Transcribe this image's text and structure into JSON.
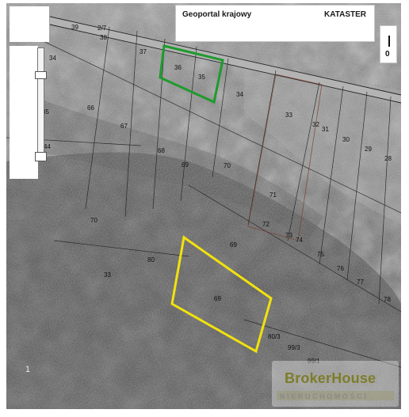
{
  "header": {
    "title": "Geoportal krajowy",
    "label": "KATASTER"
  },
  "parcels": [
    {
      "id": "39"
    },
    {
      "id": "2/7"
    },
    {
      "id": "38"
    },
    {
      "id": "37"
    },
    {
      "id": "34"
    },
    {
      "id": "36"
    },
    {
      "id": "35"
    },
    {
      "id": "34"
    },
    {
      "id": "33"
    },
    {
      "id": "32"
    },
    {
      "id": "31"
    },
    {
      "id": "30"
    },
    {
      "id": "29"
    },
    {
      "id": "28"
    },
    {
      "id": "66"
    },
    {
      "id": "67"
    },
    {
      "id": "68"
    },
    {
      "id": "69"
    },
    {
      "id": "70"
    },
    {
      "id": "71"
    },
    {
      "id": "35"
    },
    {
      "id": "44"
    },
    {
      "id": "70"
    },
    {
      "id": "69"
    },
    {
      "id": "72"
    },
    {
      "id": "73"
    },
    {
      "id": "74"
    },
    {
      "id": "75"
    },
    {
      "id": "76"
    },
    {
      "id": "80"
    },
    {
      "id": "33"
    },
    {
      "id": "77"
    },
    {
      "id": "69"
    },
    {
      "id": "78"
    },
    {
      "id": "80/3"
    },
    {
      "id": "99/3"
    },
    {
      "id": "99/1"
    },
    {
      "id": "1"
    }
  ],
  "watermark": {
    "name": "BrokerHouse",
    "subtitle": "NIERUCHOMOŚCI"
  },
  "colors": {
    "green_parcel": "#1f9a2e",
    "yellow_parcel": "#f2e20c",
    "photo_dark": "#3d3d3d",
    "photo_light": "#8f8f8f"
  },
  "controls": {
    "right_glyph": "0"
  },
  "corner_number": "1"
}
